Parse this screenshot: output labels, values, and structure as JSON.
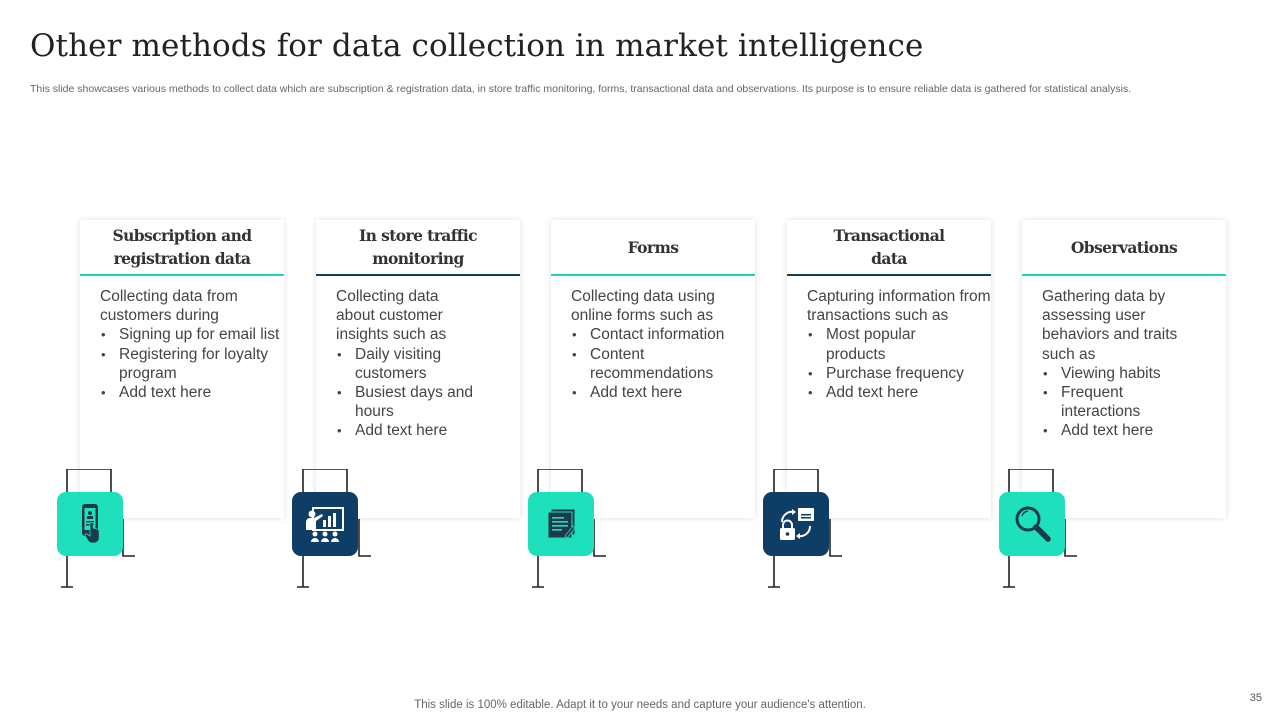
{
  "slide": {
    "title": "Other methods for data collection in market intelligence",
    "subtitle": "This slide showcases various methods to collect data which are subscription & registration data, in store traffic monitoring, forms, transactional data and observations. Its purpose is to ensure reliable data is gathered for statistical analysis.",
    "footer": "This slide is 100% editable. Adapt it to your needs and capture your audience's attention.",
    "page_number": "35"
  },
  "colors": {
    "teal": "#1ee0bd",
    "navy": "#0e3d66",
    "underline_teal": "#1fd3b6"
  },
  "cards": [
    {
      "heading": "Subscription and registration data",
      "intro": "Collecting data from customers during",
      "bullets": [
        "Signing up for email list",
        "Registering for loyalty program",
        "Add text here"
      ],
      "icon": "mobile-touch-icon",
      "accent": "teal"
    },
    {
      "heading": "In store traffic monitoring",
      "intro": "Collecting data about customer insights such as",
      "bullets": [
        "Daily visiting customers",
        "Busiest days and hours",
        "Add text here"
      ],
      "icon": "presentation-audience-icon",
      "accent": "navy"
    },
    {
      "heading": "Forms",
      "intro": "Collecting data using online forms such as",
      "bullets": [
        "Contact information",
        "Content recommendations",
        "Add text here"
      ],
      "icon": "forms-stack-icon",
      "accent": "teal"
    },
    {
      "heading": "Transactional data",
      "intro": "Capturing information from transactions such as",
      "bullets": [
        "Most popular products",
        "Purchase frequency",
        "Add text here"
      ],
      "icon": "data-transfer-icon",
      "accent": "navy"
    },
    {
      "heading": "Observations",
      "intro": "Gathering data by assessing user behaviors and traits such as",
      "bullets": [
        "Viewing habits",
        "Frequent interactions",
        "Add text here"
      ],
      "icon": "magnifier-icon",
      "accent": "teal"
    }
  ]
}
